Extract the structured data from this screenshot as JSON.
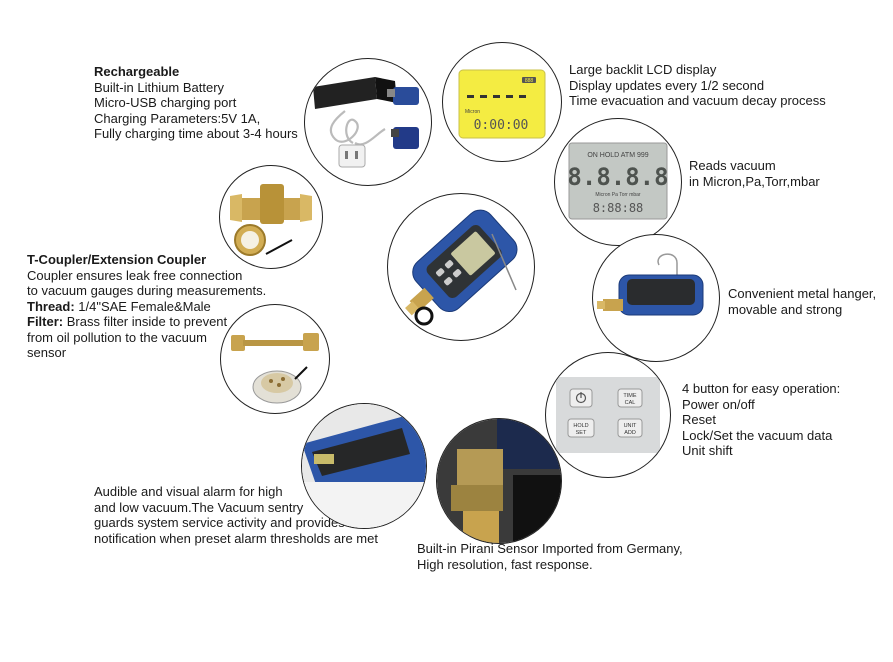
{
  "features": {
    "rechargeable": {
      "title": "Rechargeable",
      "lines": [
        "Built-in Lithium Battery",
        "Micro-USB charging port",
        "Charging Parameters:5V 1A,",
        "Fully charging time about 3-4 hours"
      ]
    },
    "lcd": {
      "lines": [
        "Large backlit LCD display",
        "Display updates every 1/2 second",
        "Time evacuation and vacuum decay process"
      ],
      "screen_label": "Micron",
      "screen_time": "0:00:00",
      "screen_badge": "888"
    },
    "reads": {
      "lines": [
        "Reads vacuum",
        "in Micron,Pa,Torr,mbar"
      ],
      "screen_top": "ON HOLD ATM 999",
      "screen_digits": "8.8.8.8",
      "screen_units": "Micron  Pa  Torr  mbar",
      "screen_time": "8:88:88"
    },
    "coupler": {
      "title": "T-Coupler/Extension Coupler",
      "lines": [
        "Coupler ensures leak free connection",
        "to vacuum gauges during measurements."
      ],
      "thread_label": "Thread:",
      "thread_value": " 1/4\"SAE Female&Male",
      "filter_label": "Filter:",
      "filter_value": " Brass filter inside to prevent",
      "filter_lines": [
        "from oil pollution to the vacuum",
        "sensor"
      ]
    },
    "hanger": {
      "lines": [
        "Convenient metal hanger,",
        "movable and strong"
      ]
    },
    "buttons": {
      "lines": [
        "4 button for easy operation:",
        "Power on/off",
        "Reset",
        "Lock/Set the vacuum data",
        "Unit shift"
      ],
      "btn_time": "TIME",
      "btn_cal": "CAL",
      "btn_hold": "HOLD",
      "btn_set": "SET",
      "btn_unit": "UNIT",
      "btn_add": "ADD"
    },
    "alarm": {
      "lines": [
        "Audible and visual alarm for high",
        "and low vacuum.The Vacuum sentry",
        "guards system service activity and provides",
        "notification when preset alarm thresholds are met"
      ]
    },
    "sensor": {
      "lines": [
        "Built-in Pirani Sensor Imported from Germany,",
        "High resolution, fast response."
      ]
    }
  }
}
